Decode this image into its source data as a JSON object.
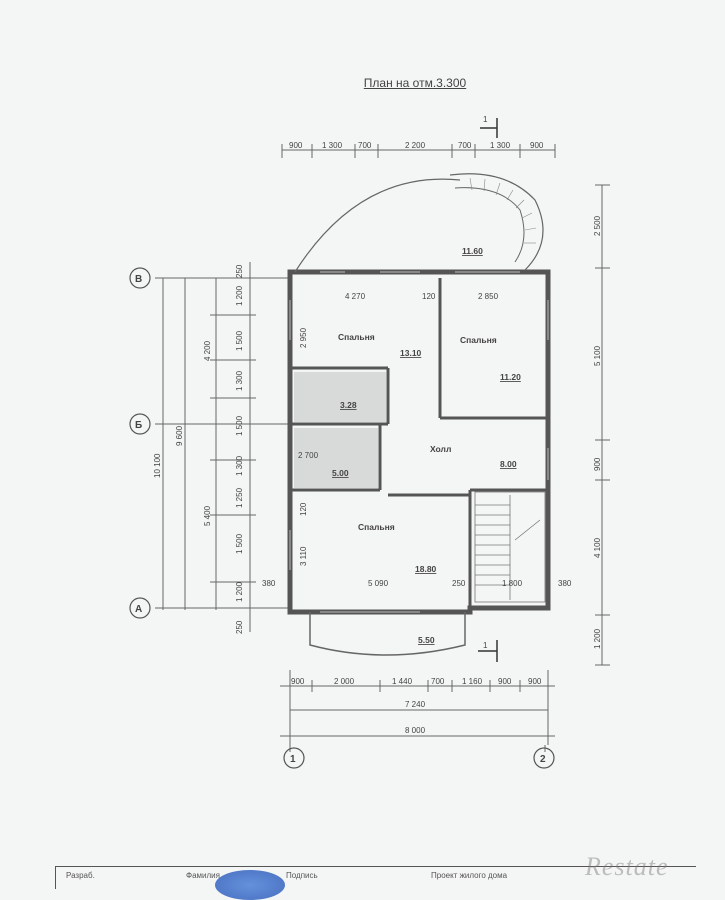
{
  "title": "План на отм.3.300",
  "section_marks": {
    "top": "1",
    "bottom": "1"
  },
  "axes": {
    "b_upper": "В",
    "b_mid": "Б",
    "a": "А",
    "one": "1",
    "two": "2"
  },
  "rooms": [
    {
      "name": "Спальня",
      "area": "13.10"
    },
    {
      "name": "Спальня",
      "area": "11.20"
    },
    {
      "name": "",
      "area": "3.28"
    },
    {
      "name": "",
      "area": "5.00"
    },
    {
      "name": "Холл",
      "area": "8.00"
    },
    {
      "name": "Спальня",
      "area": "18.80"
    }
  ],
  "misc_areas": {
    "stair_top": "11.60",
    "balcony": "5.50"
  },
  "dims_top": [
    "900",
    "1 300",
    "700",
    "2 200",
    "700",
    "1 300",
    "900"
  ],
  "dims_bottom": [
    "900",
    "2 000",
    "1 440",
    "700",
    "1 160",
    "900",
    "900"
  ],
  "dims_total": [
    "7 240",
    "8 000"
  ],
  "dims_inner": [
    "4 270",
    "120",
    "2 850",
    "2 950",
    "2 700",
    "5 090",
    "250",
    "1 800",
    "380",
    "380",
    "3 110",
    "120"
  ],
  "dims_left_outer": [
    "10 100",
    "9 600"
  ],
  "dims_left_mid": [
    "4 200",
    "5 400"
  ],
  "dims_left_inner": [
    "250",
    "1 200",
    "1 500",
    "1 300",
    "1 500",
    "1 300",
    "1 250",
    "1 500",
    "1 200",
    "250"
  ],
  "dims_right": [
    "2 500",
    "5 100",
    "900",
    "4 100",
    "1 200"
  ],
  "footer": {
    "col1": "Разраб.",
    "col2": "Фамилия",
    "col3": "Подпись",
    "col4": "Проект жилого дома"
  },
  "watermark": "Restate"
}
